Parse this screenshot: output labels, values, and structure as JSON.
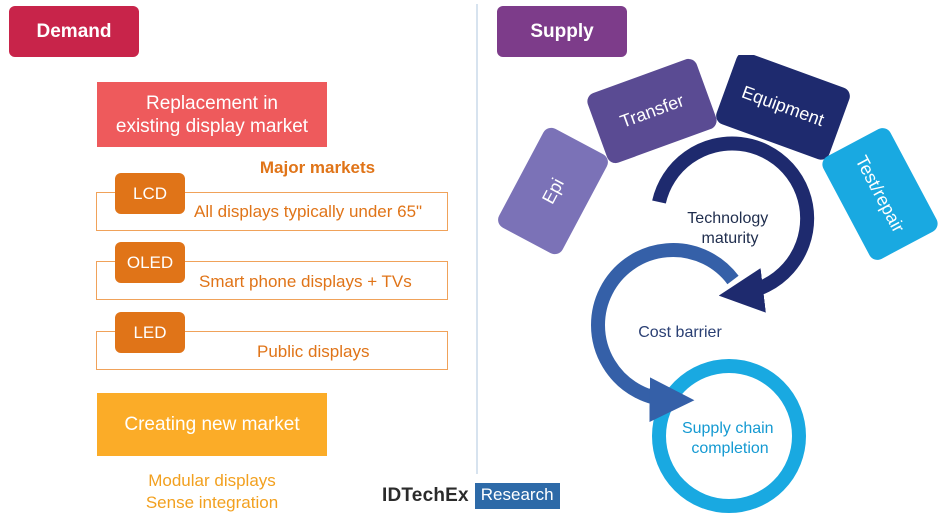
{
  "demand": {
    "header": "Demand",
    "replacement": [
      "Replacement in",
      "existing display market"
    ],
    "major_markets_label": "Major markets",
    "markets": [
      {
        "tag": "LCD",
        "desc": "All displays typically under 65\""
      },
      {
        "tag": "OLED",
        "desc": "Smart phone displays + TVs"
      },
      {
        "tag": "LED",
        "desc": "Public displays"
      }
    ],
    "new_market": "Creating new market",
    "new_market_items": [
      "Modular displays",
      "Sense integration"
    ]
  },
  "supply": {
    "header": "Supply",
    "segments": [
      {
        "label": "Epi",
        "color": "#7b72b7"
      },
      {
        "label": "Transfer",
        "color": "#5a4b93"
      },
      {
        "label": "Equipment",
        "color": "#1e2a6e"
      },
      {
        "label": "Test/repair",
        "color": "#19a9e1"
      }
    ],
    "stages": [
      {
        "label": [
          "Technology",
          "maturity"
        ],
        "color": "#1e2a6e"
      },
      {
        "label": [
          "Cost barrier"
        ],
        "color": "#3560a8"
      },
      {
        "label": [
          "Supply chain",
          "completion"
        ],
        "color": "#19a9e1"
      }
    ]
  },
  "logo": {
    "brand": "IDTechEx",
    "sub": "Research"
  }
}
